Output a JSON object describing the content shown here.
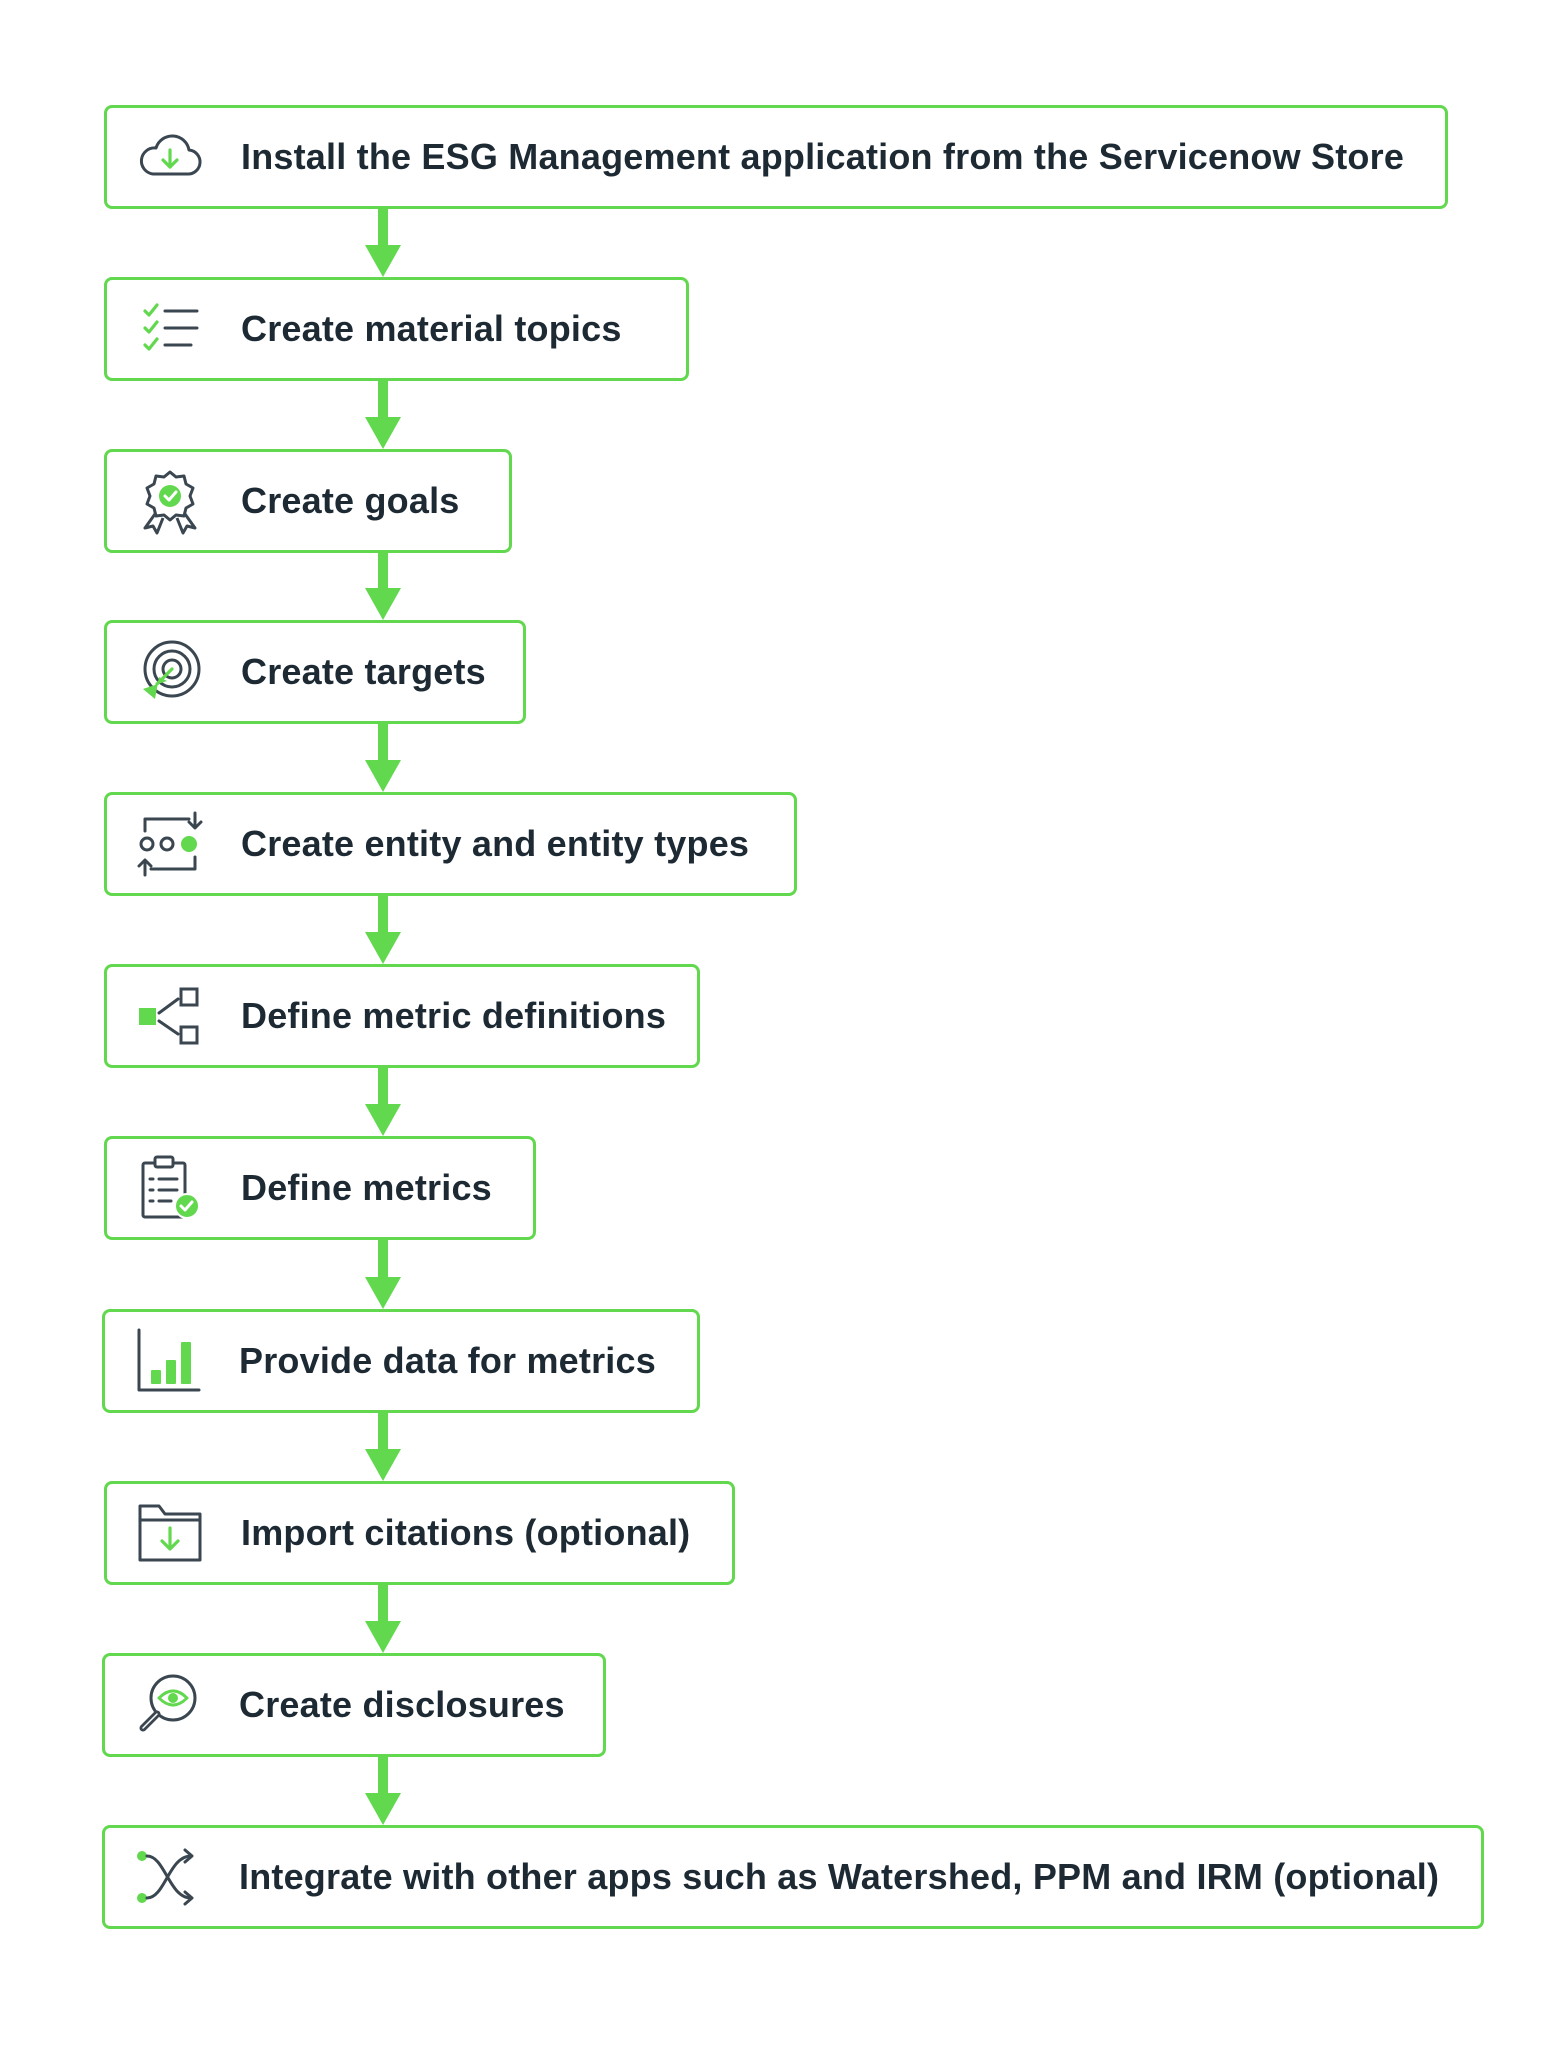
{
  "colors": {
    "accent": "#62d84e",
    "text": "#1d2a33",
    "icon_stroke": "#3a4650"
  },
  "steps": [
    {
      "label": "Install the ESG Management application from the Servicenow Store",
      "icon": "cloud-download-icon"
    },
    {
      "label": "Create material topics",
      "icon": "checklist-icon"
    },
    {
      "label": "Create goals",
      "icon": "award-badge-icon"
    },
    {
      "label": "Create targets",
      "icon": "target-arrow-icon"
    },
    {
      "label": "Create entity and entity types",
      "icon": "entity-cycle-icon"
    },
    {
      "label": "Define metric definitions",
      "icon": "hierarchy-icon"
    },
    {
      "label": "Define metrics",
      "icon": "clipboard-check-icon"
    },
    {
      "label": "Provide data for metrics",
      "icon": "bar-chart-icon"
    },
    {
      "label": "Import citations (optional)",
      "icon": "folder-import-icon"
    },
    {
      "label": "Create disclosures",
      "icon": "magnifier-eye-icon"
    },
    {
      "label": "Integrate with other apps such as Watershed, PPM and IRM (optional)",
      "icon": "shuffle-integrate-icon"
    }
  ]
}
